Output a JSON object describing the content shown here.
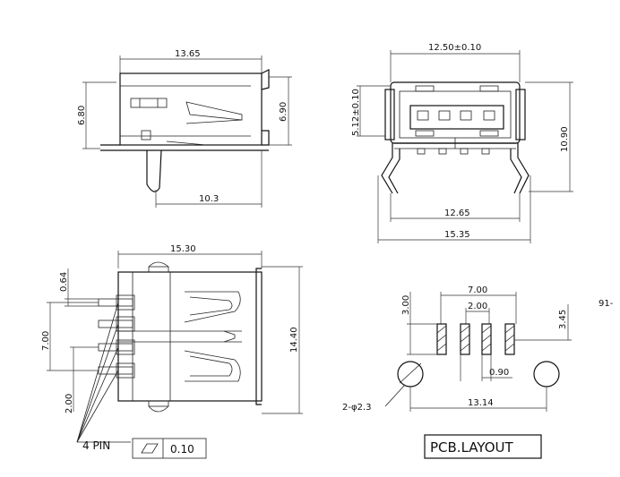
{
  "top_left": {
    "width": "13.65",
    "height_left": "6.80",
    "height_right": "6.90",
    "bottom": "10.3"
  },
  "top_right": {
    "width_top": "12.50±0.10",
    "height_left": "5.12±0.10",
    "height_right": "10.90",
    "width_mid": "12.65",
    "width_bottom": "15.35"
  },
  "bottom_left": {
    "width": "15.30",
    "pin_width": "0.64",
    "pitch_big": "7.00",
    "pitch_small": "2.00",
    "height": "14.40",
    "pin_label": "4  PIN",
    "tolerance": "0.10"
  },
  "pcb": {
    "width_top": "7.00",
    "pitch": "2.00",
    "height_left": "3.00",
    "height_right": "3.45",
    "pad_w": "0.90",
    "span": "13.14",
    "hole": "2-φ2.3",
    "title": "PCB.LAYOUT"
  },
  "edge_text": "91-"
}
